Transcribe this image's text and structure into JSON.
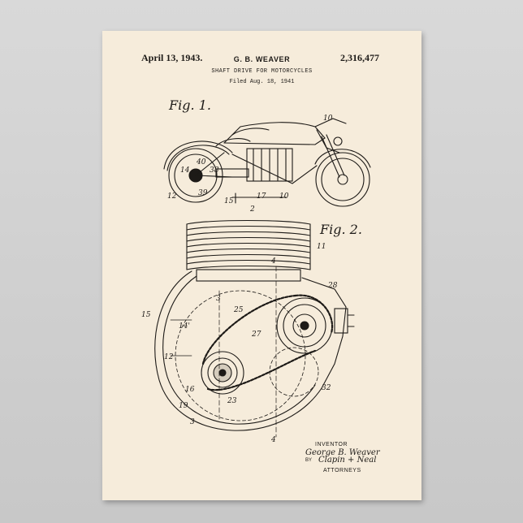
{
  "poster": {
    "date": "April 13, 1943.",
    "inventor": "G. B. WEAVER",
    "patent_number": "2,316,477",
    "title": "SHAFT DRIVE FOR MOTORCYCLES",
    "filed": "Filed Aug. 18, 1941",
    "figures": [
      {
        "label": "Fig. 1."
      },
      {
        "label": "Fig. 2."
      }
    ],
    "ref_numerals_fig1": [
      "10",
      "40",
      "38",
      "14",
      "12",
      "39",
      "15",
      "17",
      "2",
      "10"
    ],
    "ref_numerals_fig2": [
      "11",
      "4",
      "28",
      "15",
      "3",
      "25",
      "14'",
      "27",
      "12",
      "16",
      "23",
      "19",
      "3",
      "32",
      "4"
    ],
    "signature": {
      "inventor_label": "INVENTOR",
      "inventor_name": "George B. Weaver",
      "by": "BY",
      "firm": "Clapin + Neal",
      "attorneys_label": "ATTORNEYS"
    }
  },
  "colors": {
    "paper": "#f6ecdb",
    "ink": "#1d1a17",
    "backdrop": "#cfcfcf"
  }
}
